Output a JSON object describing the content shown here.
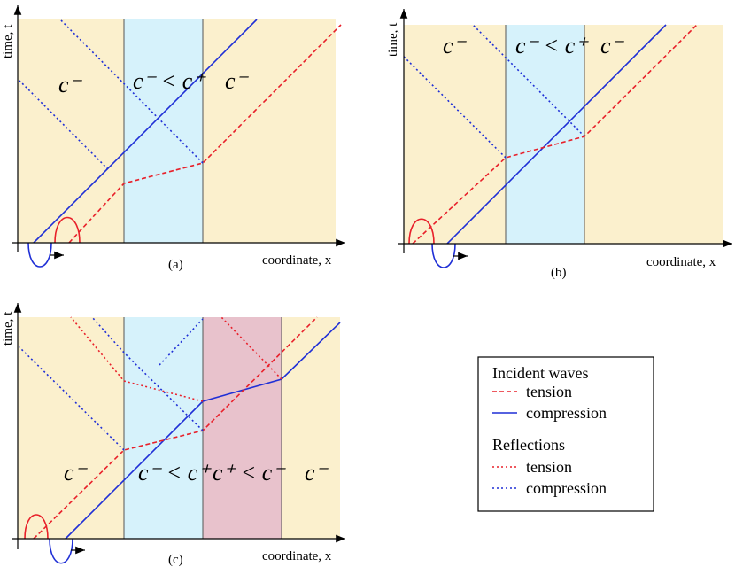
{
  "panels": [
    {
      "id": "a",
      "caption": "(a)",
      "x_label": "coordinate, x",
      "y_label": "time, t",
      "regions": [
        {
          "label": "c⁻",
          "color": "#fbf0cd"
        },
        {
          "label": "c⁻ < c⁺",
          "color": "#d6f2fb"
        },
        {
          "label": "c⁻",
          "color": "#fbf0cd"
        }
      ]
    },
    {
      "id": "b",
      "caption": "(b)",
      "x_label": "coordinate, x",
      "y_label": "time, t",
      "regions": [
        {
          "label": "c⁻",
          "color": "#fbf0cd"
        },
        {
          "label": "c⁻ < c⁺",
          "color": "#d6f2fb"
        },
        {
          "label": "c⁻",
          "color": "#fbf0cd"
        }
      ]
    },
    {
      "id": "c",
      "caption": "(c)",
      "x_label": "coordinate, x",
      "y_label": "time, t",
      "regions": [
        {
          "label": "c⁻",
          "color": "#fbf0cd"
        },
        {
          "label": "c⁻ < c⁺",
          "color": "#d6f2fb"
        },
        {
          "label": "c⁺ < c⁻",
          "color": "#e8c2cc"
        },
        {
          "label": "c⁻",
          "color": "#fbf0cd"
        }
      ]
    }
  ],
  "legend": {
    "incident_title": "Incident waves",
    "incident_tension": "tension",
    "incident_compression": "compression",
    "reflections_title": "Reflections",
    "reflection_tension": "tension",
    "reflection_compression": "compression"
  },
  "colors": {
    "tension": "#e8202a",
    "compression": "#1f2fd6",
    "interface": "#555555"
  }
}
